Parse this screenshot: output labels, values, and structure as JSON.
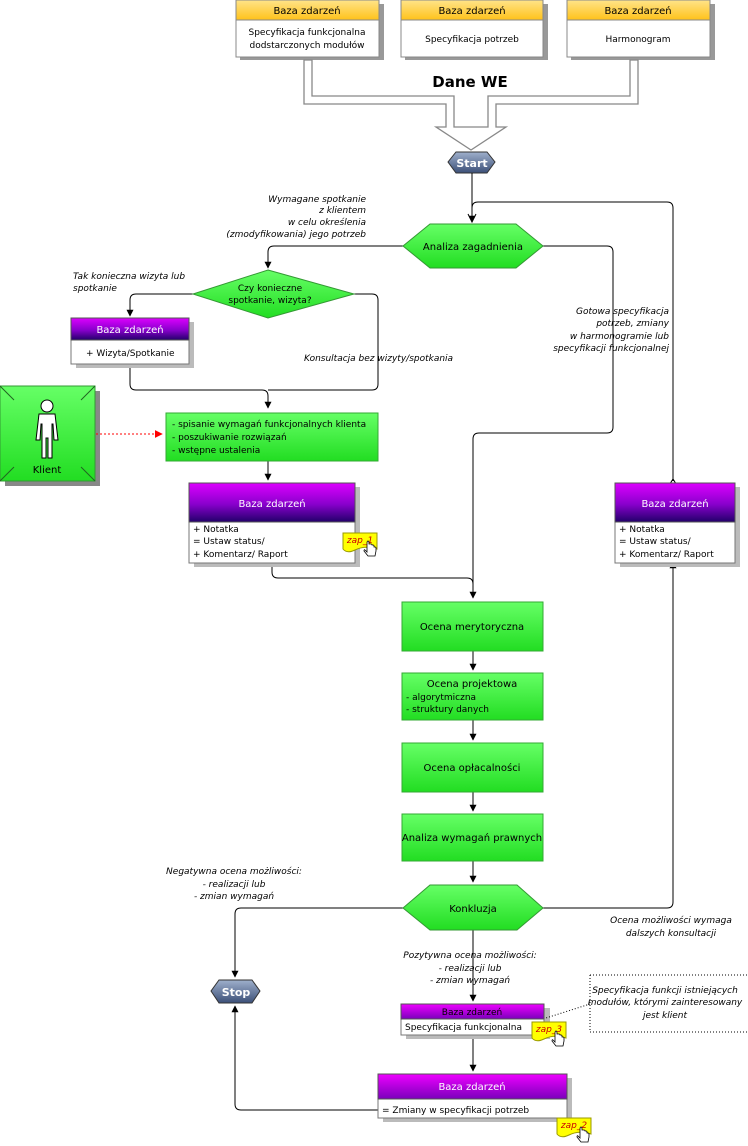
{
  "top_inputs": {
    "header": "Baza zdarzeń",
    "items": [
      {
        "line1": "Specyfikacja funkcjonalna",
        "line2": "dodstarczonych modułów"
      },
      {
        "line1": "Specyfikacja potrzeb",
        "line2": ""
      },
      {
        "line1": "Harmonogram",
        "line2": ""
      }
    ],
    "arrow_label": "Dane WE"
  },
  "start_label": "Start",
  "stop_label": "Stop",
  "decisions": {
    "analiza": "Analiza zagadnienia",
    "czy_line1": "Czy konieczne",
    "czy_line2": "spotkanie, wizyta?",
    "konkluzja": "Konkluzja"
  },
  "process": {
    "spisanie": [
      "- spisanie wymagań funkcjonalnych klienta",
      "- poszukiwanie rozwiązań",
      "- wstępne ustalenia"
    ],
    "merytoryczna": "Ocena merytoryczna",
    "projektowa": {
      "title": "Ocena projektowa",
      "lines": [
        "- algorytmiczna",
        "- struktury danych"
      ]
    },
    "oplacalnosci": "Ocena opłacalności",
    "prawnych": "Analiza wymagań prawnych"
  },
  "events": {
    "header": "Baza zdarzeń",
    "wizyta": [
      "+ Wizyta/Spotkanie"
    ],
    "notatka_left": [
      "+ Notatka",
      "= Ustaw status/",
      "+ Komentarz/ Raport"
    ],
    "notatka_right": [
      "+ Notatka",
      "= Ustaw status/",
      "+ Komentarz/ Raport"
    ],
    "spec_func": [
      "Specyfikacja funkcjonalna"
    ],
    "zmiany": [
      "= Zmiany w specyfikacji potrzeb"
    ]
  },
  "notes": {
    "zap1": "zap_1",
    "zap2": "zap_2",
    "zap3": "zap_3"
  },
  "actor_label": "Klient",
  "labels": {
    "wymagane": [
      "Wymagane spotkanie",
      "z klientem",
      "w celu określenia",
      "(zmodyfikowania) jego potrzeb"
    ],
    "tak": [
      "Tak konieczna wizyta lub",
      "spotkanie"
    ],
    "konsultacja": "Konsultacja bez wizyty/spotkania",
    "gotowa": [
      "Gotowa specyfikacja",
      "potrzeb, zmiany",
      "w harmonogramie lub",
      "specyfikacji funkcjonalnej"
    ],
    "negatywna": [
      "Negatywna ocena możliwości:",
      "- realizacji lub",
      "- zmian wymagań"
    ],
    "pozytywna": [
      "Pozytywna ocena możliwości:",
      "- realizacji lub",
      "- zmian wymagań"
    ],
    "ocena_mozliwosci": [
      "Ocena możliwości wymaga",
      "dalszych konsultacji"
    ],
    "spec_note": [
      "Specyfikacja funkcji istniejących",
      "modułów, którymi zainteresowany",
      "jest klient"
    ]
  },
  "colors": {
    "process_green": "#33ee33",
    "event_header": "#cc00ee",
    "top_header": "#ffcc33",
    "note_yellow": "#ffff00",
    "terminator": "#5f7395"
  }
}
